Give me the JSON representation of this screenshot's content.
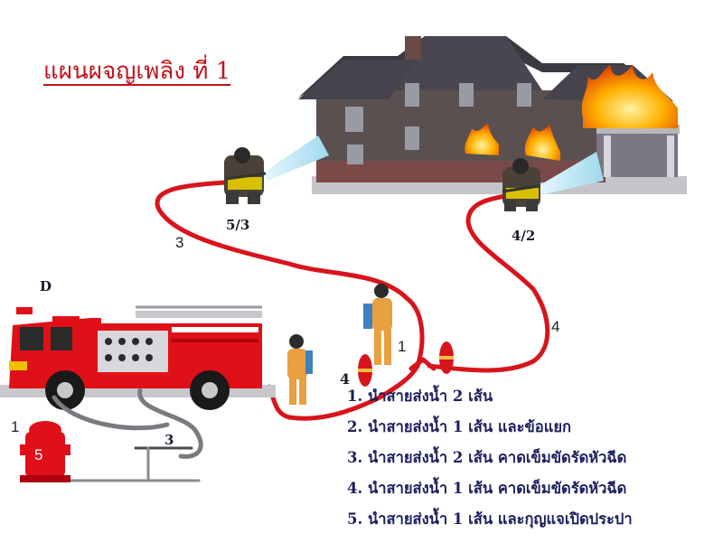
{
  "title": "แผนผจญเพลิง ที่ 1",
  "position_labels": {
    "nozzle_left": "5/3",
    "nozzle_right": "4/2",
    "truck": "D"
  },
  "hose_numbers": {
    "left_line": "3",
    "right_line": "4",
    "wye": "1",
    "truck_outlet": "4",
    "hydrant_line": "1",
    "hydrant": "5",
    "suction": "3"
  },
  "steps": [
    "1. นำสายส่งน้ำ 2 เส้น",
    "2. นำสายส่งน้ำ 1 เส้น และข้อแยก",
    "3. นำสายส่งน้ำ 2 เส้น คาดเข็มขัดรัดหัวฉีด",
    "4. นำสายส่งน้ำ 1 เส้น คาดเข็มขัดรัดหัวฉีด",
    "5. นำสายส่งน้ำ 1 เส้น และกุญแจเปิดประปา"
  ],
  "colors": {
    "hose": "#d8141c",
    "truck": "#e01018",
    "fire": "#ff8a00",
    "water": "#bfe8f5",
    "steps_text": "#1b1f5e",
    "title": "#c0121a"
  }
}
